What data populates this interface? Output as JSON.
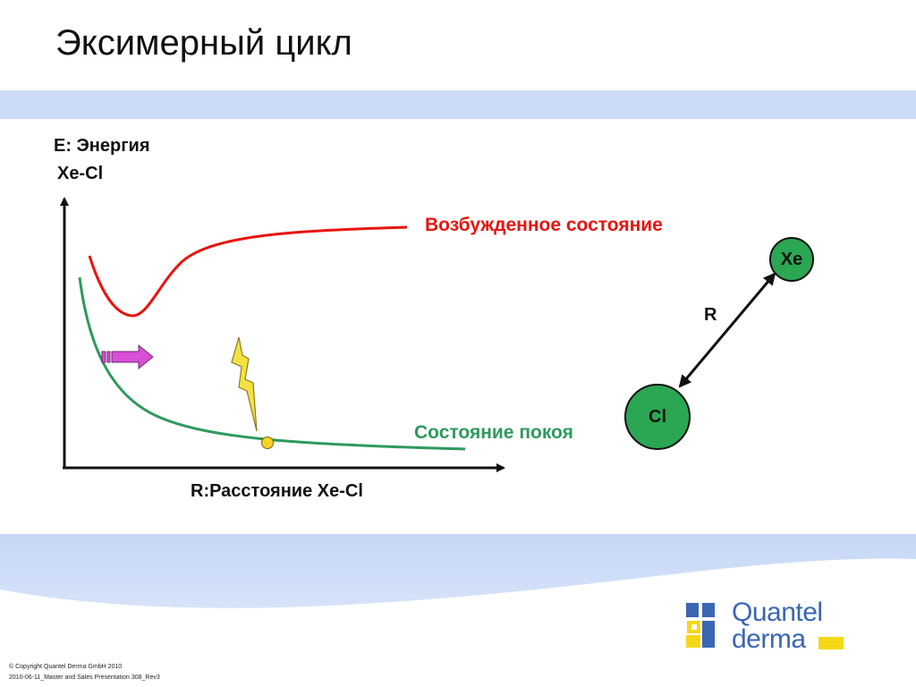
{
  "slide": {
    "title": "Эксимерный цикл"
  },
  "diagram": {
    "y_label_line1": "E: Энергия",
    "y_label_line2": "Xe-Cl",
    "x_label": "R:Расстояние Xe-Cl",
    "excited_state_label": "Возбужденное состояние",
    "ground_state_label": "Состояние покоя",
    "distance_label": "R",
    "atom_xe": "Xe",
    "atom_cl": "Cl",
    "colors": {
      "excited": "#e8140e",
      "ground": "#2e9a5e",
      "atom_fill": "#2ba653",
      "arrow_fill": "#d94fd6",
      "lightning_fill": "#f4e242",
      "point_fill": "#f6d22d"
    },
    "icons": [
      "lightning-icon",
      "right-arrow-icon"
    ]
  },
  "footer": {
    "logo_line1": "Quantel",
    "logo_line2": "derma",
    "copyright_line1": "©  Copyright Quantel Derma GmbH 2010",
    "copyright_line2": "2010-06-11_Master and Sales Presentation 308_Rev3"
  }
}
